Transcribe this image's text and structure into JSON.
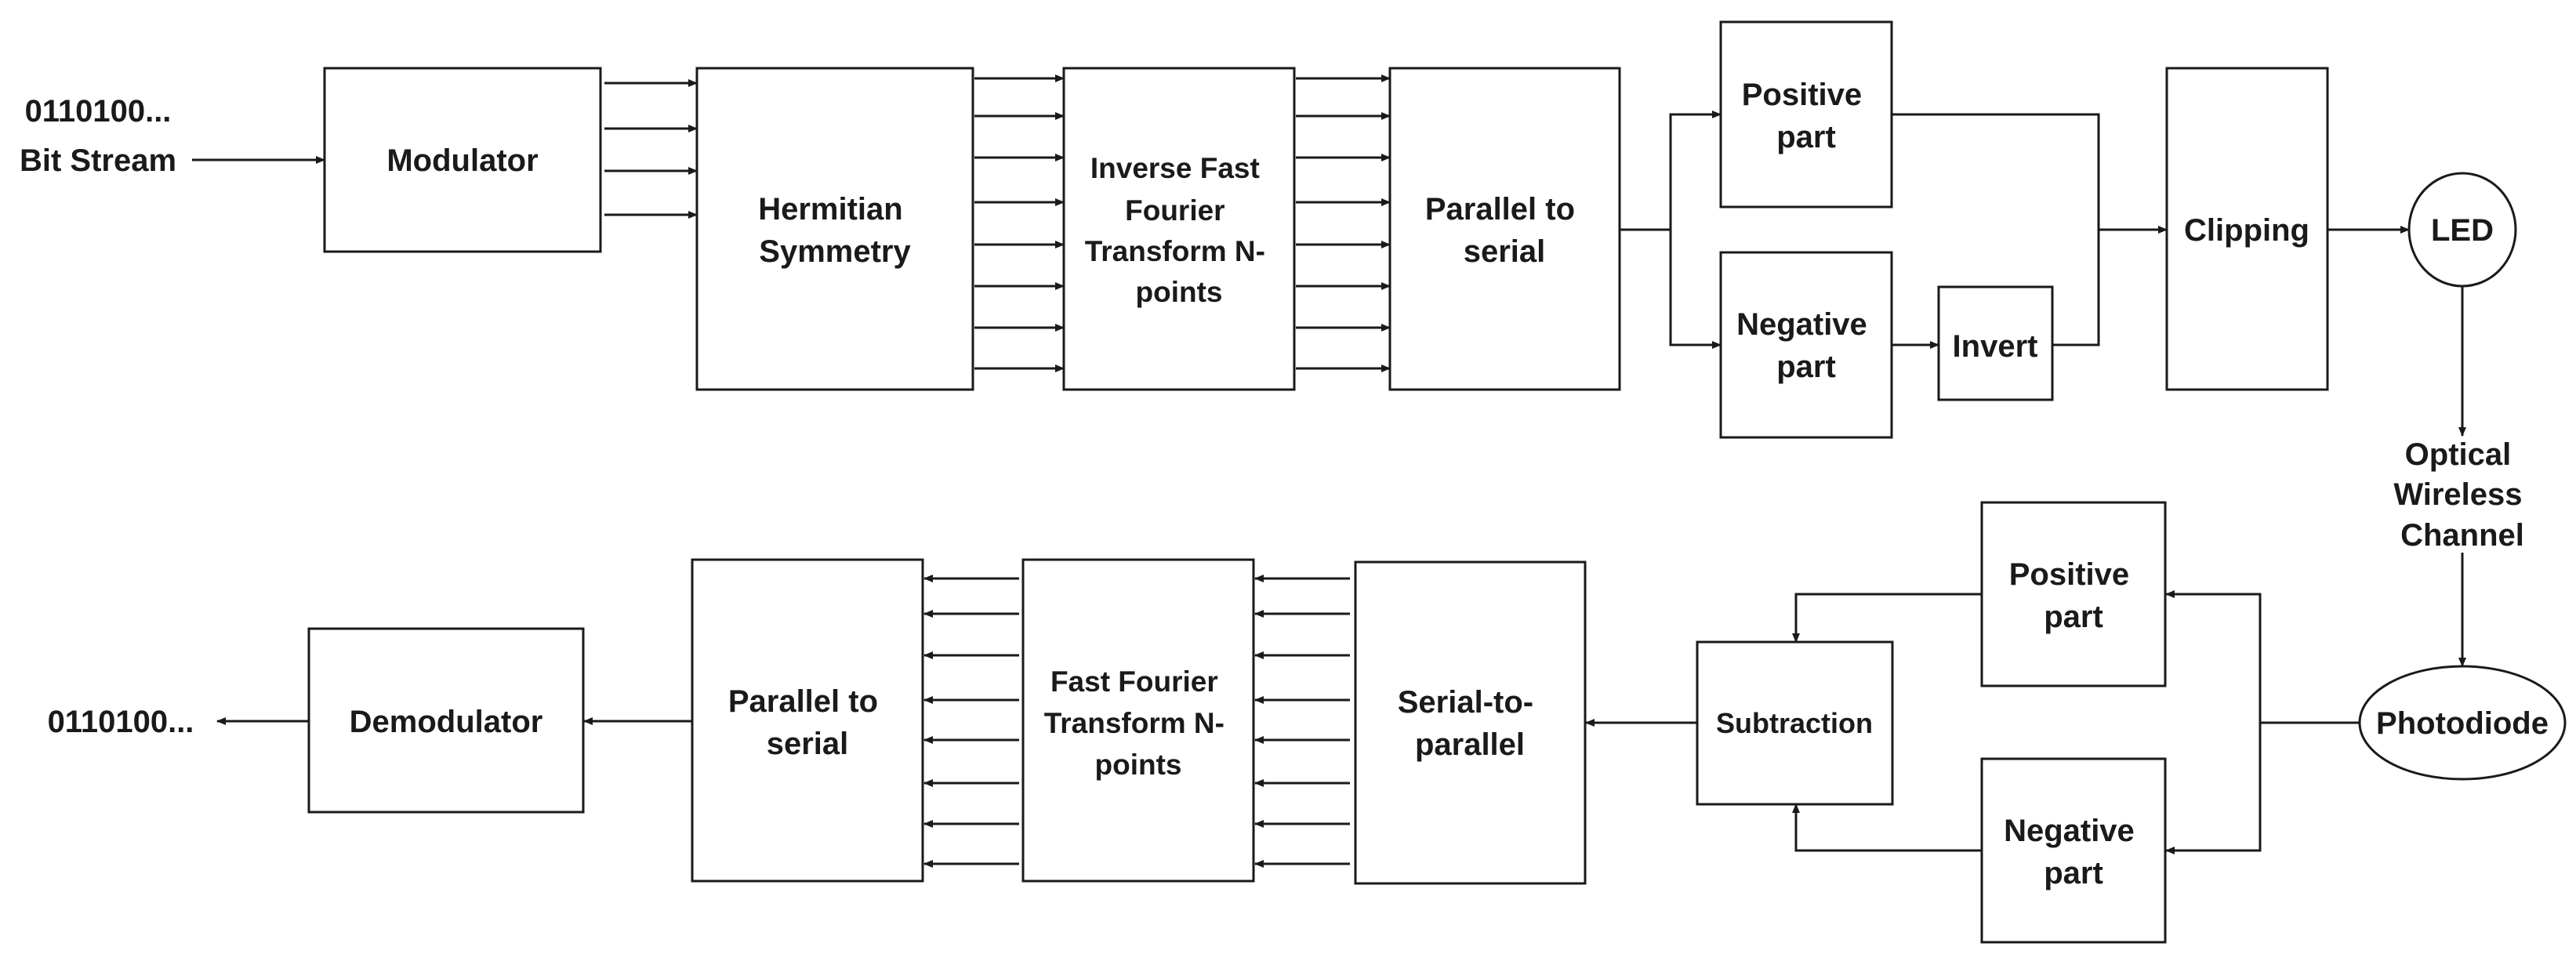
{
  "input": {
    "bits": "0110100...",
    "label": "Bit Stream"
  },
  "output": {
    "bits": "0110100..."
  },
  "tx": {
    "modulator": "Modulator",
    "hermitian": [
      "Hermitian",
      "Symmetry"
    ],
    "ifft": [
      "Inverse Fast",
      "Fourier",
      "Transform N-",
      "points"
    ],
    "p2s": [
      "Parallel to",
      "serial"
    ],
    "positive": [
      "Positive",
      "part"
    ],
    "negative": [
      "Negative",
      "part"
    ],
    "invert": "Invert",
    "clipping": "Clipping",
    "led": "LED"
  },
  "channel": [
    "Optical",
    "Wireless",
    "Channel"
  ],
  "rx": {
    "photodiode": "Photodiode",
    "positive": [
      "Positive",
      "part"
    ],
    "negative": [
      "Negative",
      "part"
    ],
    "subtraction": "Subtraction",
    "s2p": [
      "Serial-to-",
      "parallel"
    ],
    "fft": [
      "Fast Fourier",
      "Transform N-",
      "points"
    ],
    "p2s": [
      "Parallel to",
      "serial"
    ],
    "demodulator": "Demodulator"
  },
  "colors": {
    "stroke": "#1a1a1a",
    "fill": "#ffffff",
    "background": "#ffffff"
  }
}
